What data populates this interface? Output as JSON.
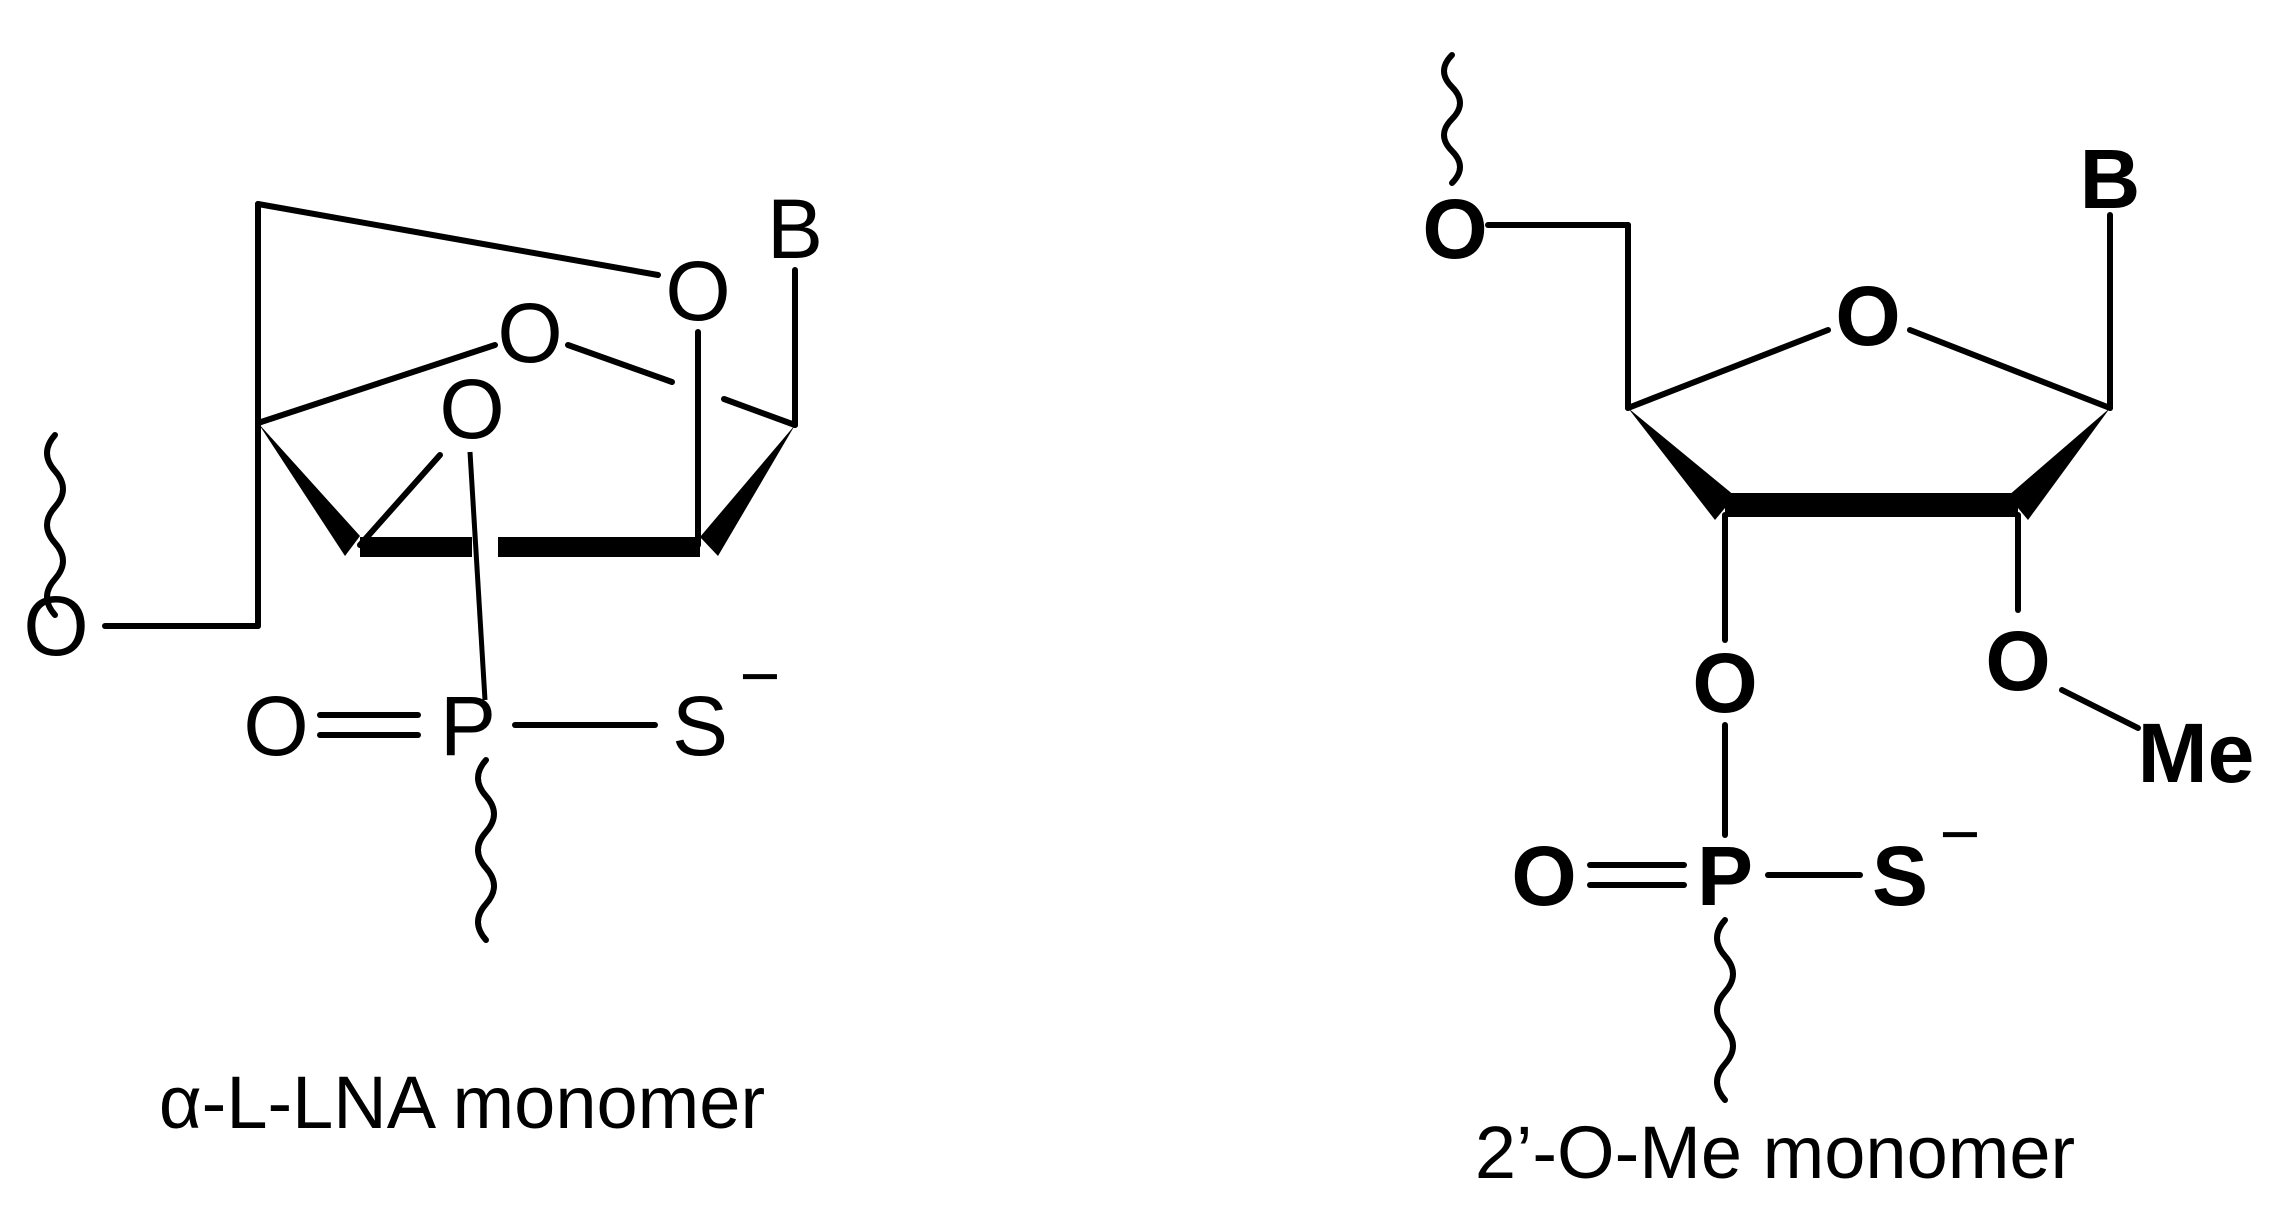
{
  "structures": [
    {
      "caption": "α-L-LNA monomer",
      "atoms": {
        "bridge_O": "O",
        "ring_O": "O",
        "o2": "O",
        "base": "B",
        "o5": "O",
        "po_O": "O",
        "P": "P",
        "S": "S",
        "charge": "−"
      }
    },
    {
      "caption": "2’-O-Me monomer",
      "atoms": {
        "o5": "O",
        "ring_O": "O",
        "base": "B",
        "o3": "O",
        "o2": "O",
        "me": "Me",
        "po_O": "O",
        "P": "P",
        "S": "S",
        "charge": "−"
      }
    }
  ]
}
